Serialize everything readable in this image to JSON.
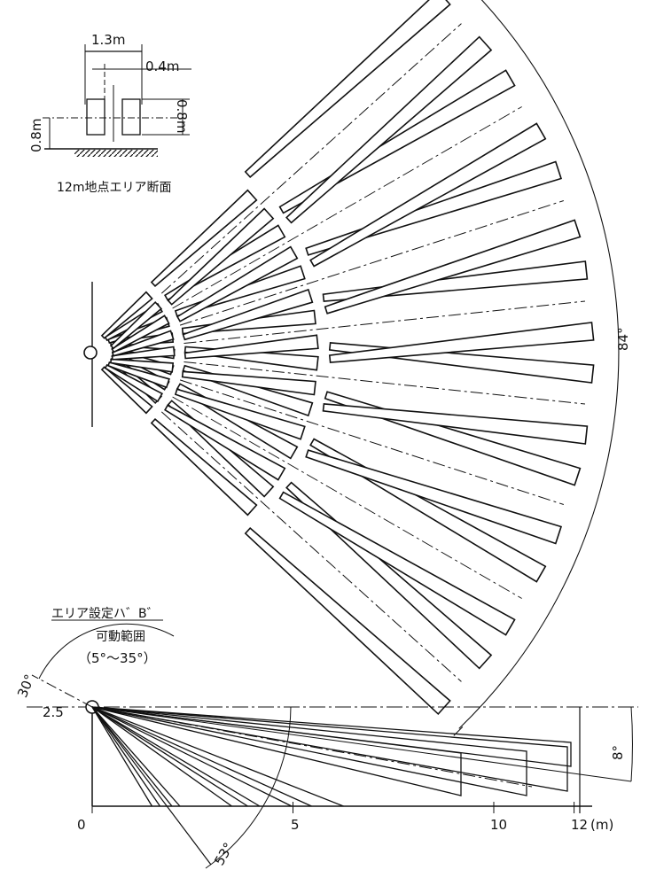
{
  "cross_section": {
    "width_label": "1.3m",
    "gap_label": "0.4m",
    "height_label_left": "0.8m",
    "height_label_right": "0.8m",
    "caption": "12m地点エリア断面"
  },
  "top_view": {
    "fan_angle_label": "84°",
    "zone_pairs": 8
  },
  "side_view": {
    "setting_label": "エリア設定ハ゛B゛",
    "movable_label": "可動範囲",
    "range_label": "（5°～35°）",
    "tilt_label": "30°",
    "mount_height_label": "2.5",
    "vertical_angle_label": "8°",
    "down_angle_label": "53°",
    "axis_ticks": [
      "0",
      "5",
      "10",
      "12"
    ],
    "axis_unit": "(m)"
  }
}
